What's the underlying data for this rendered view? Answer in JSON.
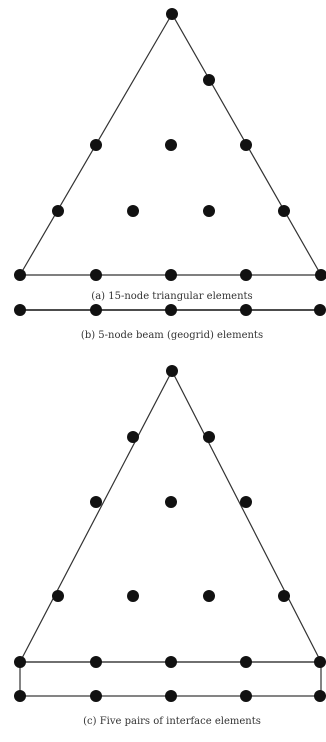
{
  "captions": {
    "a": "(a) 15-node triangular elements",
    "b": "(b) 5-node beam (geogrid) elements",
    "c": "(c) Five pairs of interface elements"
  },
  "colors": {
    "node": "#111111",
    "edge": "#333333",
    "text": "#333333",
    "background": "#ffffff"
  }
}
